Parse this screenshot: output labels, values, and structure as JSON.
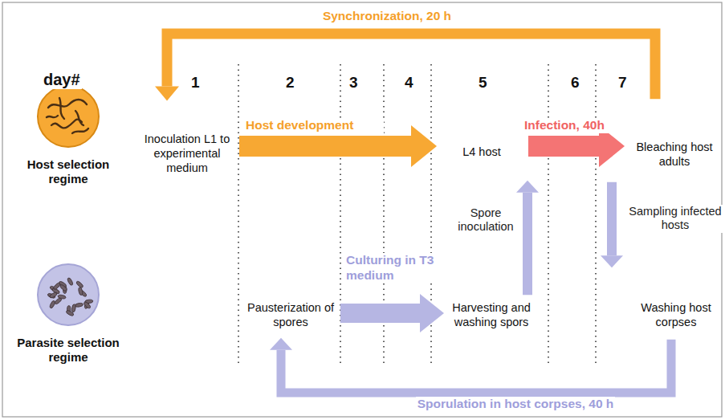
{
  "diagram": {
    "nodes": [
      {
        "text": [
          "Host selection regime"
        ]
      },
      {
        "text": [
          "Inoculation L1 to experimental medium"
        ]
      },
      {
        "text": [
          "L4 host"
        ]
      },
      {
        "text": [
          "Bleaching host adults"
        ]
      },
      {
        "text": [
          "Parasite selection regime"
        ]
      },
      {
        "text": [
          "Pausterization of spores"
        ]
      },
      {
        "text": [
          "Harvesting and washing spors"
        ]
      },
      {
        "text": [
          "Washing host corpses"
        ]
      }
    ],
    "edges": [
      {
        "from": 1,
        "to": 2,
        "arrow": "to",
        "label": "Host development"
      },
      {
        "from": 2,
        "to": 3,
        "arrow": "to",
        "label": "Infection, 40h"
      },
      {
        "from": 3,
        "to": 1,
        "arrow": "to",
        "label": "Synchronization, 20 h"
      },
      {
        "from": 5,
        "to": 6,
        "arrow": "to",
        "label": "Culturing in T3 medium"
      },
      {
        "from": 6,
        "to": 2,
        "arrow": "to",
        "label": "Spore inoculation"
      },
      {
        "from": 3,
        "to": 7,
        "arrow": "to",
        "label": "Sampling infected hosts"
      },
      {
        "from": 7,
        "to": 5,
        "arrow": "to",
        "label": "Sporulation in host corpses, 40 h"
      }
    ],
    "labels": [
      "day#",
      "1",
      "2",
      "3",
      "4",
      "5",
      "6",
      "7"
    ]
  }
}
